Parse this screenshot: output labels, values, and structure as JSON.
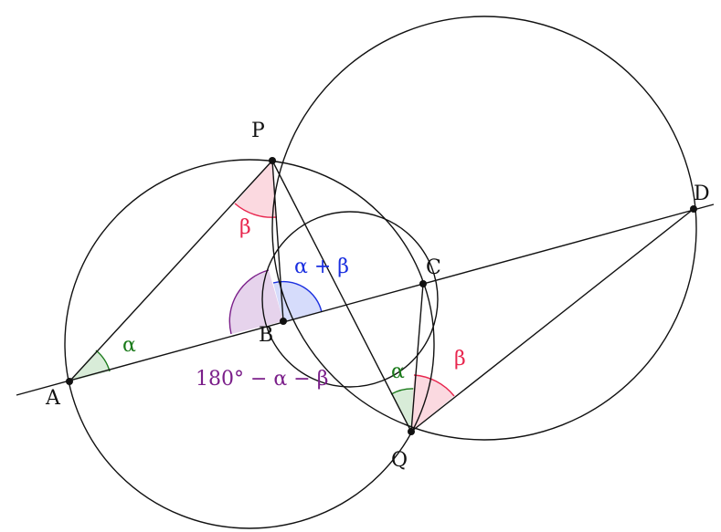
{
  "points": {
    "A": "A",
    "B": "B",
    "C": "C",
    "D": "D",
    "P": "P",
    "Q": "Q"
  },
  "angle_labels": {
    "alpha_at_A": "α",
    "beta_at_P": "β",
    "alpha_plus_beta": "α + β",
    "supplement_at_B": "180° − α − β",
    "alpha_at_Q": "α",
    "beta_at_Q": "β"
  },
  "colors": {
    "line": "#111111",
    "alpha": "#1a7a1a",
    "alpha_fill": "#d8ecd8",
    "beta": "#e8264e",
    "beta_fill": "#fbd9e0",
    "sum": "#1a2fe0",
    "sum_fill": "#d6dcfb",
    "supplement": "#7b1f8a",
    "supplement_fill": "#e6d3ec"
  }
}
